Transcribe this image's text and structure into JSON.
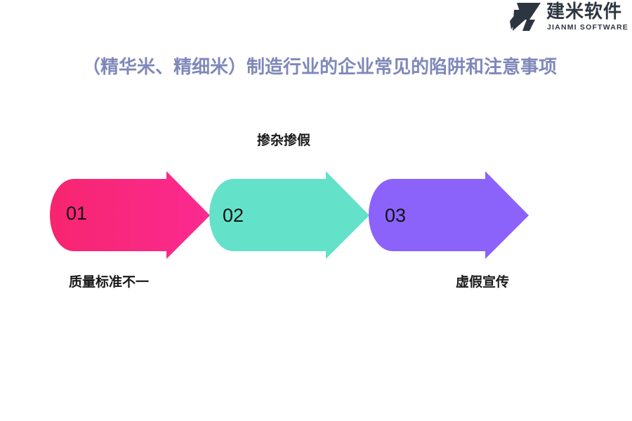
{
  "brand": {
    "name_cn": "建米软件",
    "name_en": "JIANMI SOFTWARE",
    "logo_icon": "jianmi-logo-icon"
  },
  "title": "（精华米、精细米）制造行业的企业常见的陷阱和注意事项",
  "steps": [
    {
      "number": "01",
      "label": "质量标准不一",
      "color": "#f72585",
      "label_position": "bottom"
    },
    {
      "number": "02",
      "label": "掺杂掺假",
      "color": "#64e1c9",
      "label_position": "top"
    },
    {
      "number": "03",
      "label": "虚假宣传",
      "color": "#8b63fb",
      "label_position": "bottom"
    }
  ]
}
